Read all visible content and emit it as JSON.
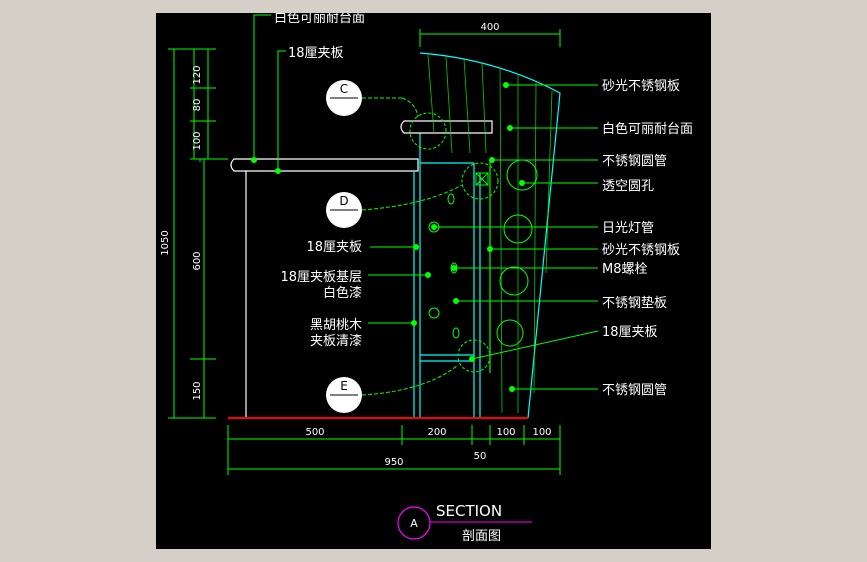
{
  "drawing": {
    "colors": {
      "background": "#000000",
      "frame": "#d4d0c8",
      "dimension": "#00ff00",
      "label": "#ffffff",
      "structure": "#00ffff",
      "hatch": "#00ff00",
      "floor": "#ff0000",
      "title_circle": "#ff00ff"
    },
    "dims_top": {
      "width": "400"
    },
    "dims_left": [
      "120",
      "80",
      "100",
      "1050",
      "600",
      "150"
    ],
    "dims_bottom": {
      "row1": [
        "500",
        "200",
        "100",
        "100"
      ],
      "row1b": "50",
      "total": "950"
    },
    "callout_tags": [
      "C",
      "D",
      "E"
    ],
    "left_labels": {
      "top1": "白色可丽耐台面",
      "top2": "18厘夹板",
      "plywood": "18厘夹板",
      "base_line1": "18厘夹板基层",
      "base_line2": "白色漆",
      "walnut_line1": "黑胡桃木",
      "walnut_line2": "夹板清漆"
    },
    "right_labels": [
      "砂光不锈钢板",
      "白色可丽耐台面",
      "不锈钢圆管",
      "透空圆孔",
      "日光灯管",
      "砂光不锈钢板",
      "M8螺栓",
      "不锈钢垫板",
      "18厘夹板",
      "不锈钢圆管"
    ],
    "title": {
      "letter": "A",
      "main": "SECTION",
      "sub": "剖面图"
    }
  }
}
